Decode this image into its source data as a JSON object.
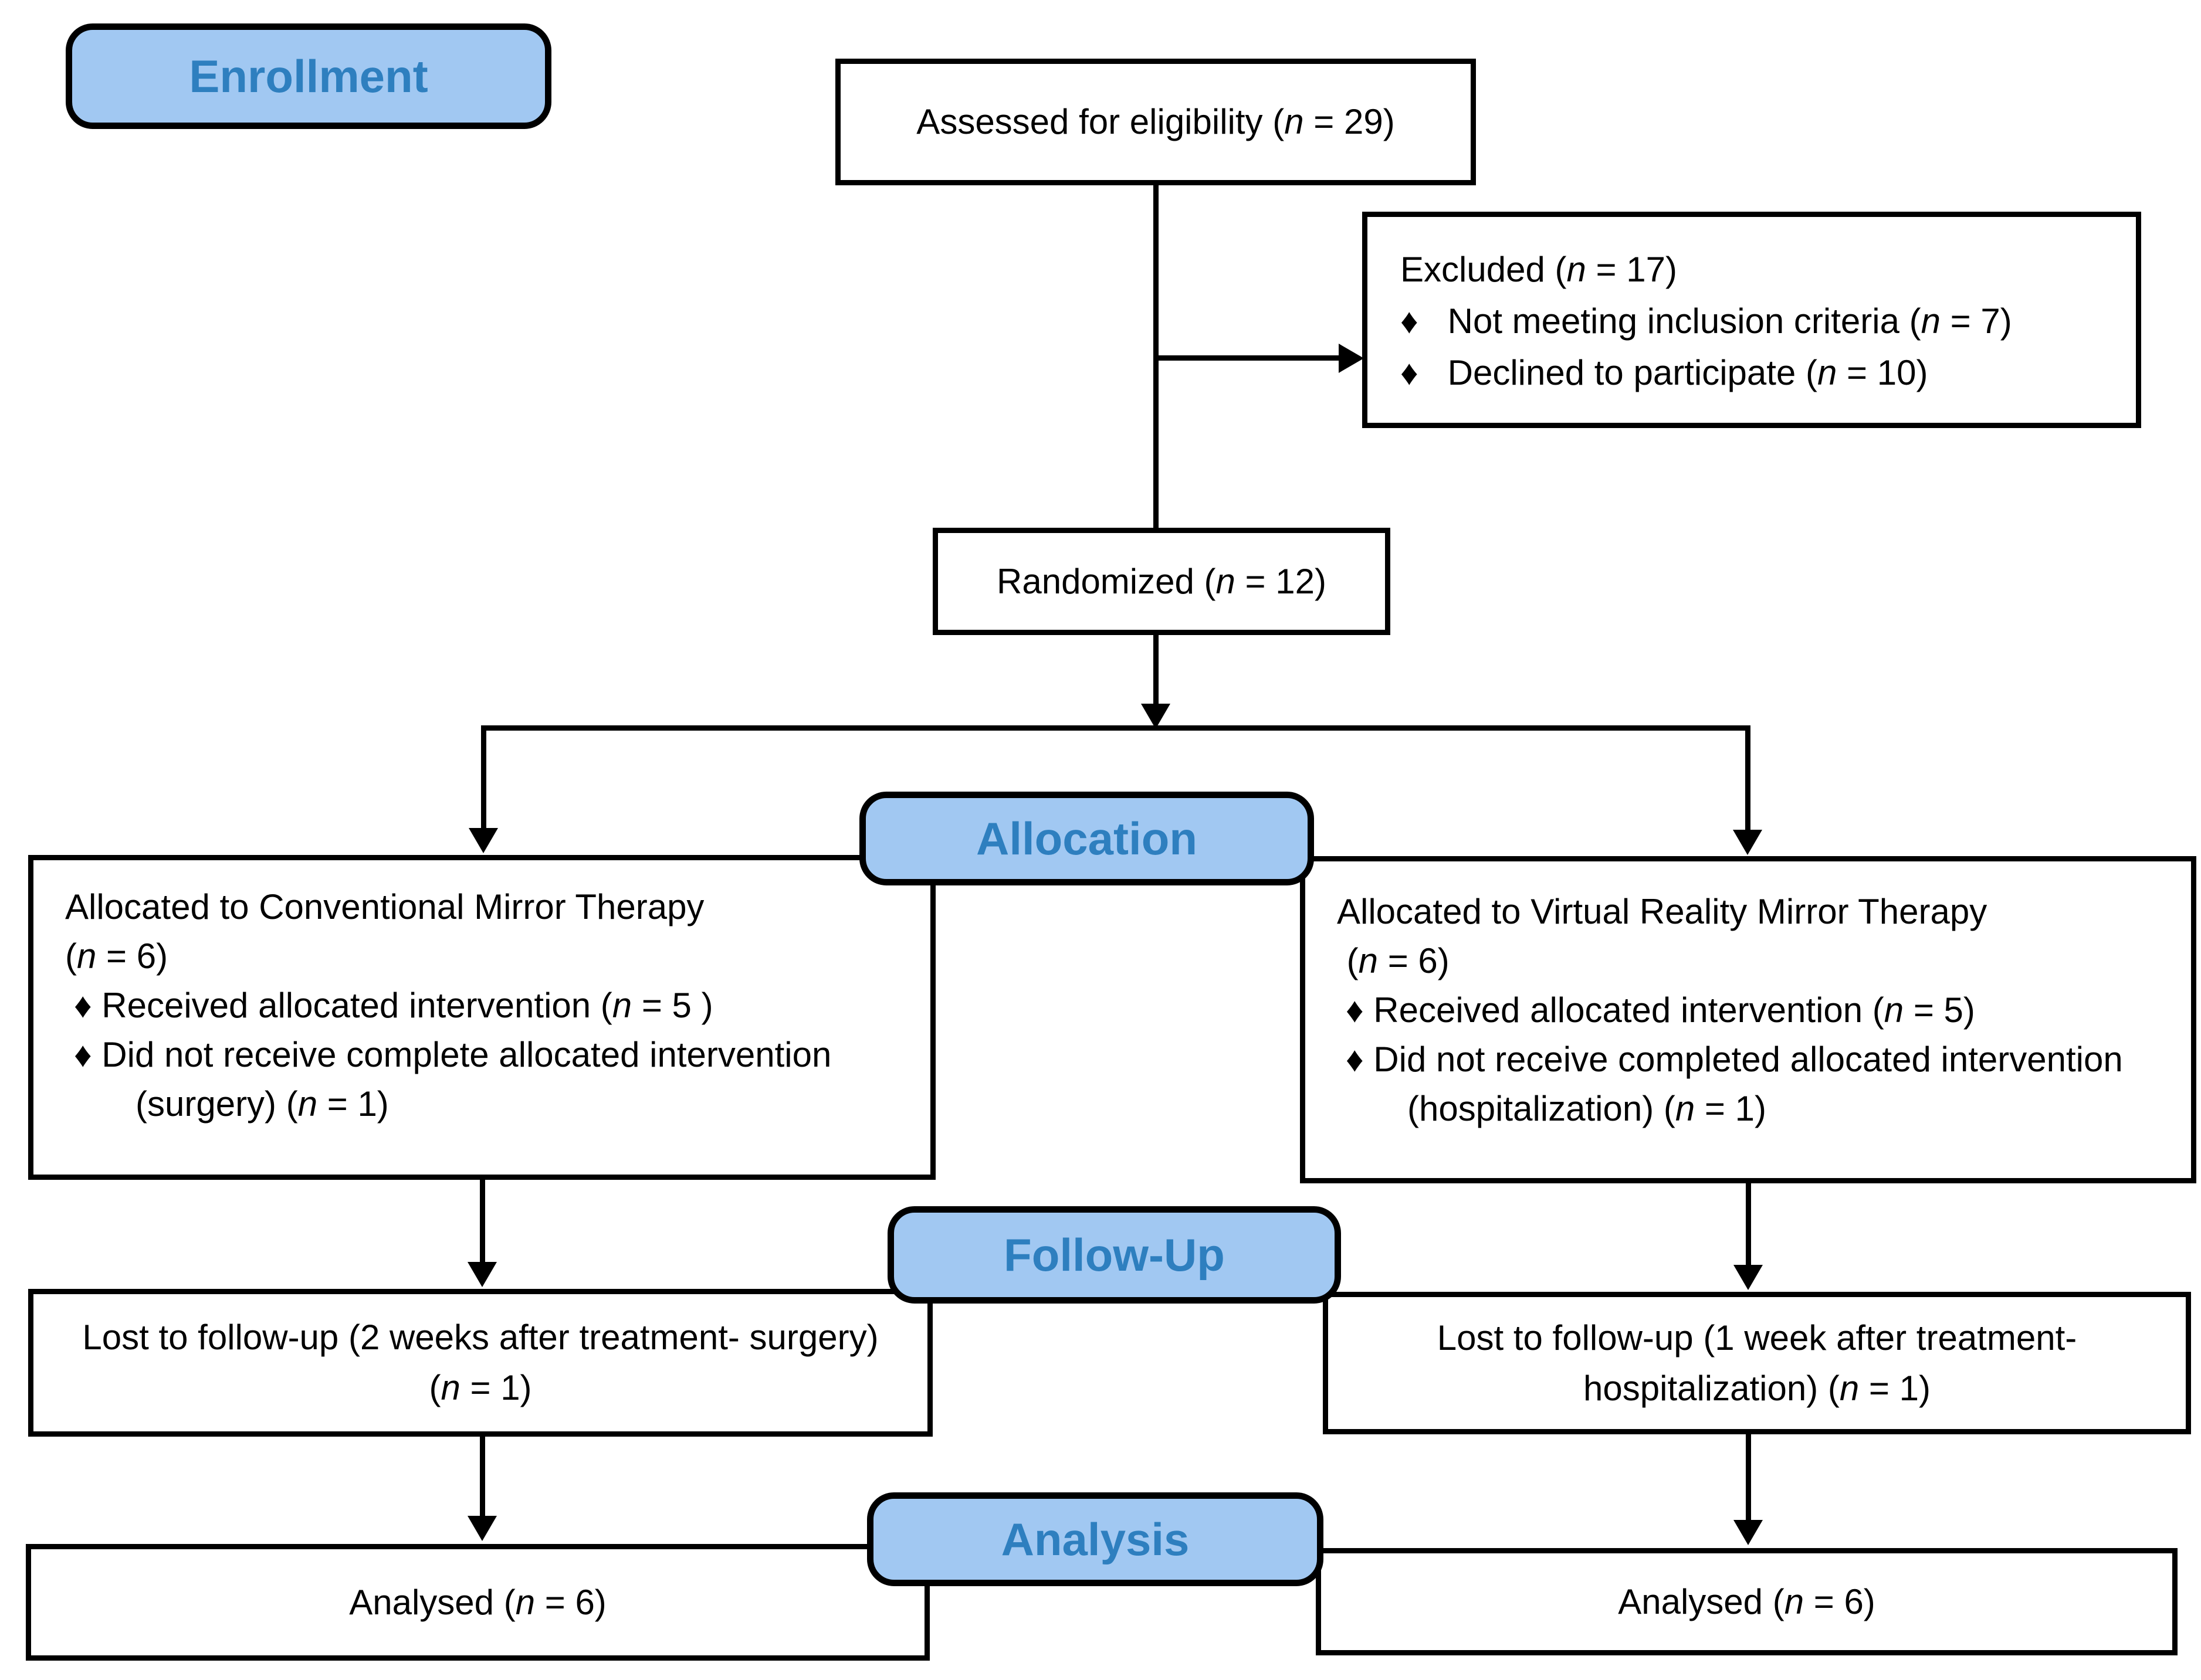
{
  "palette": {
    "badge_fill": "#A1C8F2",
    "badge_text": "#2E7FBF",
    "line_color": "#000000",
    "box_background": "#FFFFFF"
  },
  "badges": {
    "enrollment": "Enrollment",
    "allocation": "Allocation",
    "follow_up": "Follow-Up",
    "analysis": "Analysis"
  },
  "boxes": {
    "assessed": {
      "text": "Assessed for eligibility (n = 29)"
    },
    "excluded": {
      "lines": [
        "Excluded (n = 17)",
        "♦   Not meeting inclusion criteria (n = 7)",
        "♦   Declined to participate (n = 10)"
      ]
    },
    "randomized": {
      "text": "Randomized (n = 12)"
    },
    "alloc_left": {
      "lines": [
        "Allocated to Conventional Mirror Therapy",
        "(n = 6)",
        "♦ Received allocated intervention (n = 5 )",
        "♦ Did not receive complete allocated intervention",
        "(surgery) (n = 1)"
      ]
    },
    "alloc_right": {
      "lines": [
        "Allocated to Virtual Reality Mirror Therapy",
        " (n = 6)",
        "♦ Received allocated intervention (n = 5)",
        "♦ Did not receive completed allocated intervention",
        "(hospitalization) (n = 1)"
      ]
    },
    "followup_left": {
      "lines": [
        "Lost to follow-up (2 weeks after treatment- surgery)",
        "(n = 1)"
      ]
    },
    "followup_right": {
      "lines": [
        "Lost to follow-up (1 week after treatment-",
        "hospitalization) (n = 1)"
      ]
    },
    "analysed_left": {
      "text": "Analysed (n = 6)"
    },
    "analysed_right": {
      "text": "Analysed (n = 6)"
    }
  }
}
